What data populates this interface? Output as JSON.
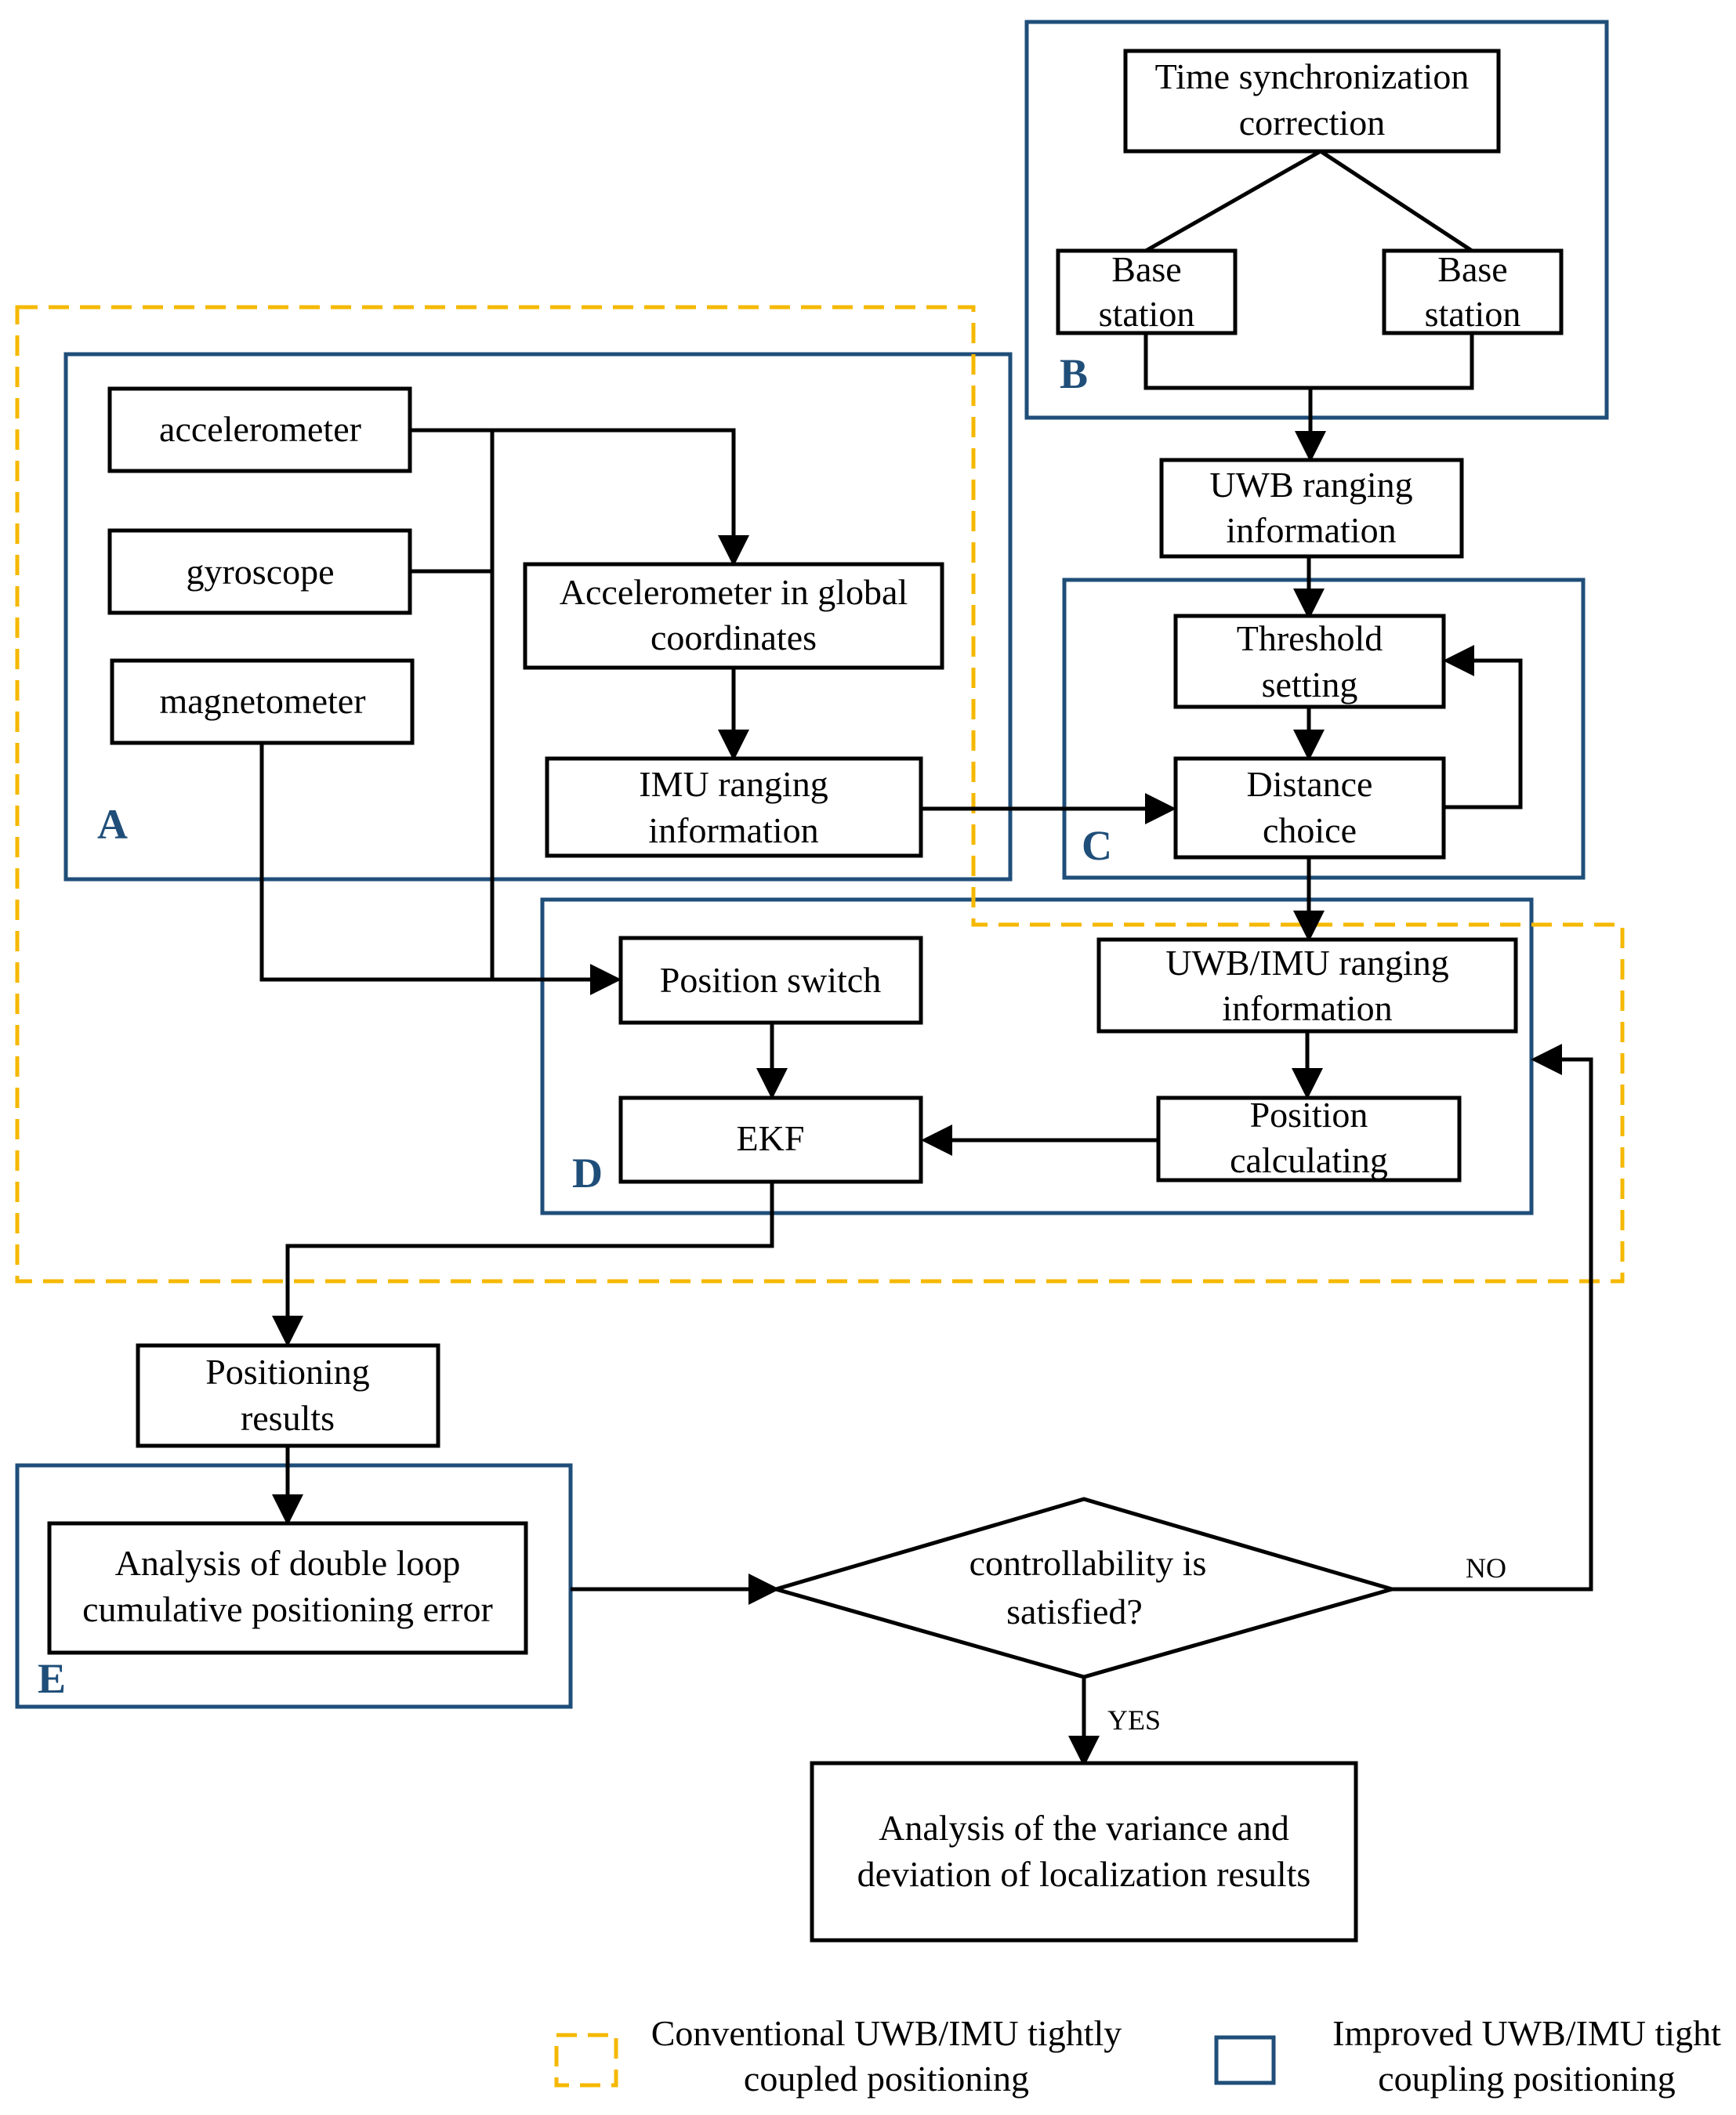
{
  "colors": {
    "improved_border": "#1f4e79",
    "conventional_border": "#f5b800",
    "box_stroke": "#000000"
  },
  "nodes": {
    "time_sync": [
      "Time synchronization",
      "correction"
    ],
    "base_station_left": [
      "Base",
      "station"
    ],
    "base_station_right": [
      "Base",
      "station"
    ],
    "uwb_ranging": [
      "UWB ranging",
      "information"
    ],
    "threshold": [
      "Threshold",
      "setting"
    ],
    "distance_choice": [
      "Distance",
      "choice"
    ],
    "accelerometer": [
      "accelerometer"
    ],
    "gyroscope": [
      "gyroscope"
    ],
    "magnetometer": [
      "magnetometer"
    ],
    "acc_global": [
      "Accelerometer in global",
      "coordinates"
    ],
    "imu_ranging": [
      "IMU ranging",
      "information"
    ],
    "position_switch": [
      "Position switch"
    ],
    "uwb_imu_ranging": [
      "UWB/IMU ranging",
      "information"
    ],
    "ekf": [
      "EKF"
    ],
    "position_calc": [
      "Position",
      "calculating"
    ],
    "positioning_results": [
      "Positioning",
      "results"
    ],
    "analysis_double_loop": [
      "Analysis of double loop",
      "cumulative positioning error"
    ],
    "decision": [
      "controllability is",
      "satisfied?"
    ],
    "analysis_variance": [
      "Analysis of the variance and",
      "deviation of localization results"
    ]
  },
  "region_labels": {
    "A": "A",
    "B": "B",
    "C": "C",
    "D": "D",
    "E": "E"
  },
  "edge_labels": {
    "no": "NO",
    "yes": "YES"
  },
  "legend": {
    "conventional": [
      "Conventional UWB/IMU tightly",
      "coupled positioning"
    ],
    "improved": [
      "Improved UWB/IMU tight",
      "coupling positioning"
    ]
  }
}
